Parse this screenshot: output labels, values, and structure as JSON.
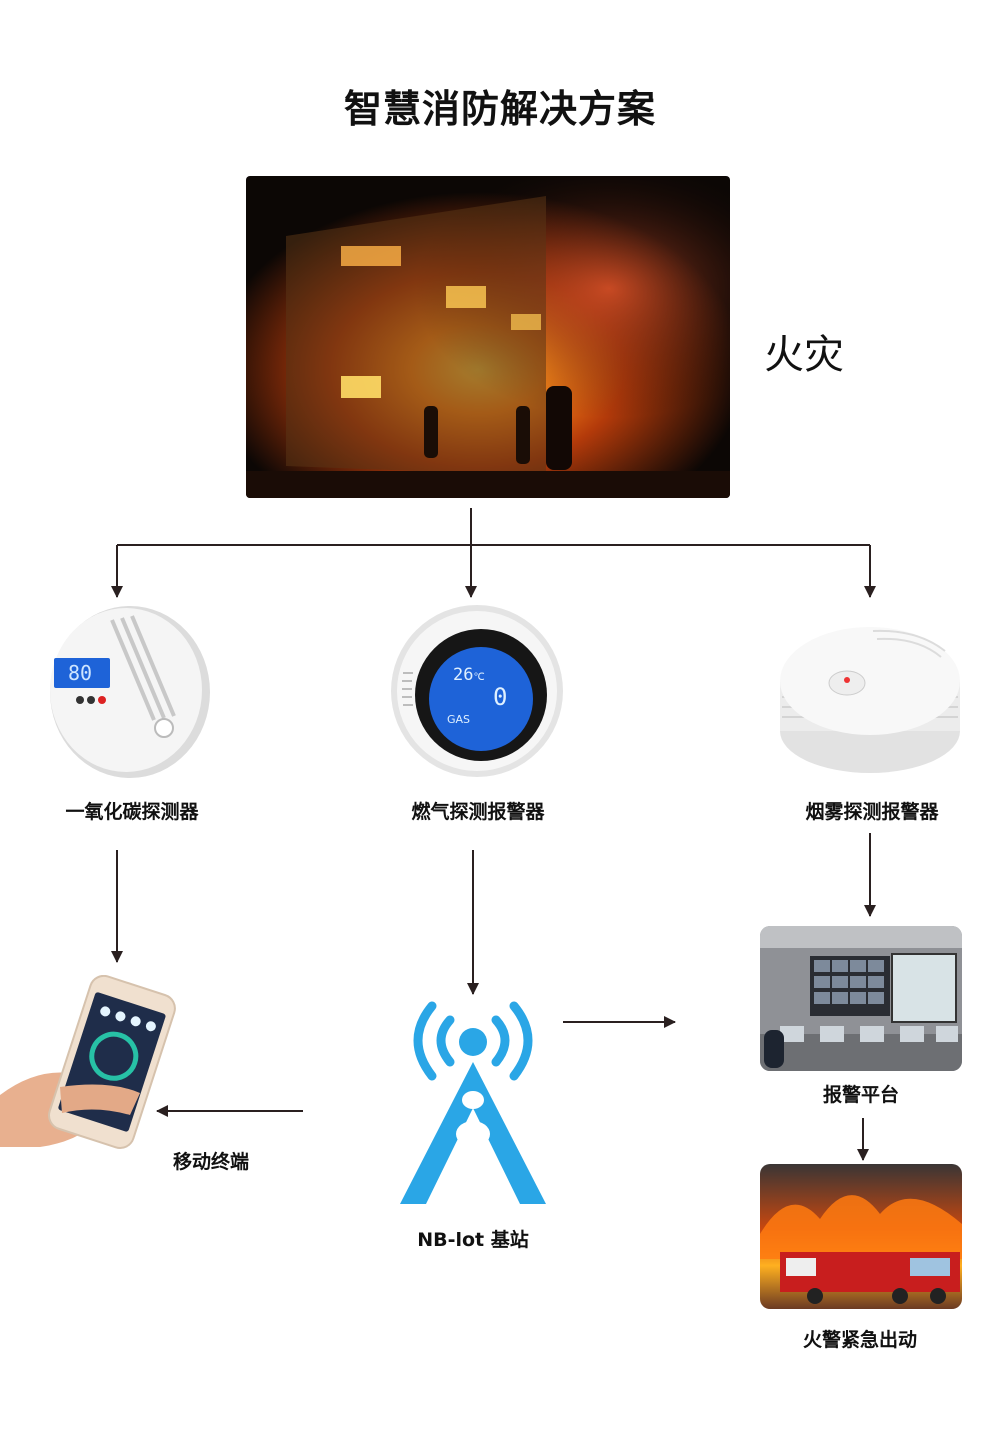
{
  "title": "智慧消防解决方案",
  "fire_label": "火灾",
  "nodes": {
    "co_detector": "一氧化碳探测器",
    "gas_detector": "燃气探测报警器",
    "smoke_detector": "烟雾探测报警器",
    "mobile_terminal": "移动终端",
    "base_station": "NB-lot 基站",
    "alarm_platform": "报警平台",
    "fire_dispatch": "火警紧急出动"
  },
  "devices": {
    "co_display": "80",
    "gas_temp": "26",
    "gas_temp_unit": "℃",
    "gas_value": "0",
    "gas_brand": "GAS"
  },
  "colors": {
    "arrow": "#2a2020",
    "lcd_blue": "#1e63d8",
    "tower_blue": "#2aa6e6"
  }
}
